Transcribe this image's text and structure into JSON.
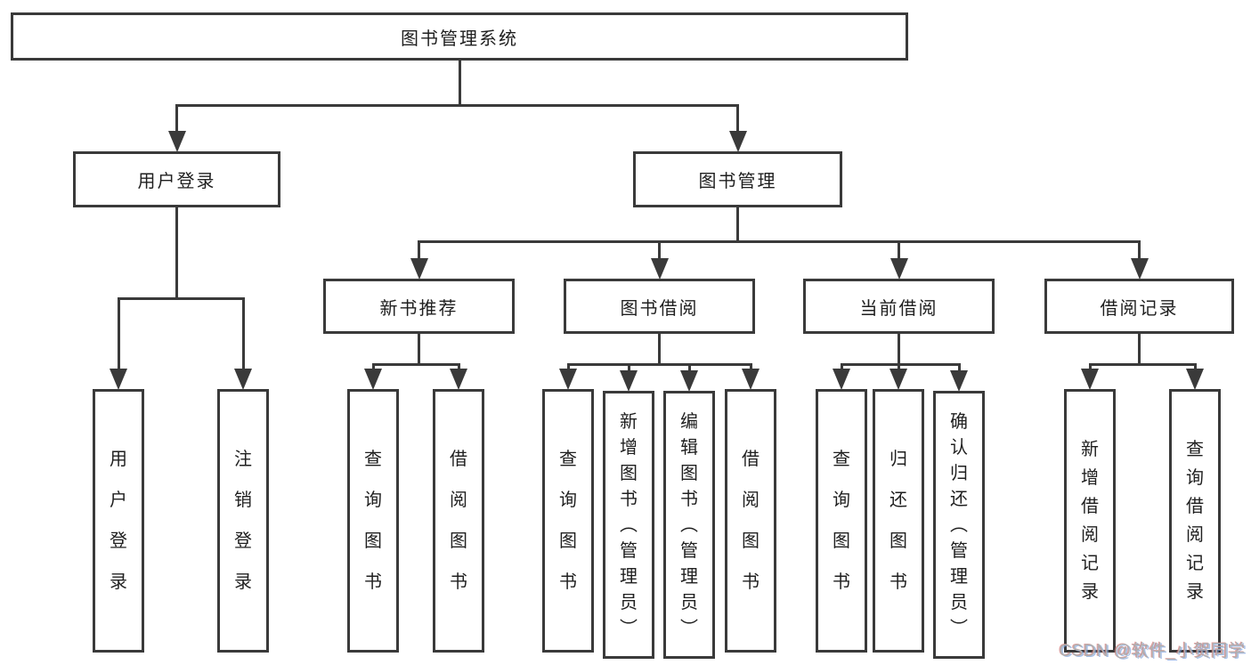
{
  "diagram_title": "图书管理系统",
  "nodes": [
    {
      "id": "root",
      "label": "图书管理系统",
      "children": [
        "user-login",
        "book-management"
      ]
    },
    {
      "id": "user-login",
      "label": "用户登录",
      "children": [
        "leaf-user-login",
        "leaf-logout"
      ]
    },
    {
      "id": "book-management",
      "label": "图书管理",
      "children": [
        "new-book-rec",
        "book-borrow",
        "current-borrow",
        "borrow-records"
      ]
    },
    {
      "id": "new-book-rec",
      "label": "新书推荐",
      "children": [
        "leaf-nb-query",
        "leaf-nb-borrow"
      ]
    },
    {
      "id": "book-borrow",
      "label": "图书借阅",
      "children": [
        "leaf-bb-query",
        "leaf-bb-add",
        "leaf-bb-edit",
        "leaf-bb-borrow"
      ]
    },
    {
      "id": "current-borrow",
      "label": "当前借阅",
      "children": [
        "leaf-cb-query",
        "leaf-cb-return",
        "leaf-cb-confirm"
      ]
    },
    {
      "id": "borrow-records",
      "label": "借阅记录",
      "children": [
        "leaf-br-add",
        "leaf-br-query"
      ]
    },
    {
      "id": "leaf-user-login",
      "label": "用户登录"
    },
    {
      "id": "leaf-logout",
      "label": "注销登录"
    },
    {
      "id": "leaf-nb-query",
      "label": "查询图书"
    },
    {
      "id": "leaf-nb-borrow",
      "label": "借阅图书"
    },
    {
      "id": "leaf-bb-query",
      "label": "查询图书"
    },
    {
      "id": "leaf-bb-add",
      "label": "新增图书（管理员）"
    },
    {
      "id": "leaf-bb-edit",
      "label": "编辑图书（管理员）"
    },
    {
      "id": "leaf-bb-borrow",
      "label": "借阅图书"
    },
    {
      "id": "leaf-cb-query",
      "label": "查询图书"
    },
    {
      "id": "leaf-cb-return",
      "label": "归还图书"
    },
    {
      "id": "leaf-cb-confirm",
      "label": "确认归还（管理员）"
    },
    {
      "id": "leaf-br-add",
      "label": "新增借阅记录"
    },
    {
      "id": "leaf-br-query",
      "label": "查询借阅记录"
    }
  ],
  "watermark": {
    "text": "CSDN @软件_小贺同学"
  },
  "colors": {
    "line": "#3a3a3a",
    "box_border": "#3a3a3a",
    "box_fill": "#ffffff",
    "text": "#1f1f1f",
    "background": "#ffffff",
    "watermark_text": "#b0b0b0"
  }
}
